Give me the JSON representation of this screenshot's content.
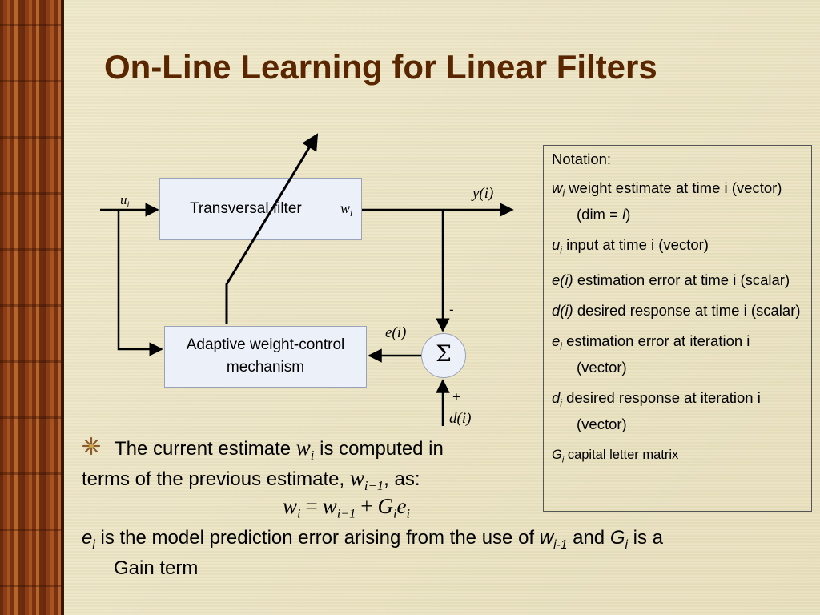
{
  "title": "On-Line Learning for Linear Filters",
  "diagram": {
    "filter_label": "Transversal filter",
    "filter_weight": "w",
    "filter_weight_sub": "i",
    "adaptive_label": "Adaptive weight-control mechanism",
    "input_label": "u",
    "input_sub": "i",
    "output_label": "y(i)",
    "error_label": "e(i)",
    "desired_label": "d(i)",
    "minus_sign": "-",
    "plus_sign": "+",
    "sum_symbol": "Σ"
  },
  "notation": {
    "heading": "Notation:",
    "items": [
      {
        "sym": "w",
        "sub": "i",
        "text": " weight estimate at time i (vector) (dim = ",
        "extra": "l",
        "tail": ")"
      },
      {
        "sym": "u",
        "sub": "i",
        "text": " input at time i (vector)"
      },
      {
        "sym": "e(i)",
        "text": " estimation error at time i (scalar)"
      },
      {
        "sym": "d(i)",
        "text": " desired response at time i (scalar)"
      },
      {
        "sym": "e",
        "sub": "i",
        "text": " estimation error at iteration i (vector)"
      },
      {
        "sym": "d",
        "sub": "i",
        "text": " desired response at iteration i (vector)"
      },
      {
        "sym": "G",
        "sub": "i",
        "text": " capital letter matrix"
      }
    ]
  },
  "bullet": {
    "icon": "sparkle-bullet-icon",
    "line1_before": "The current estimate",
    "line1_var": "w",
    "line1_var_sub": "i",
    "line1_after": "is computed in",
    "line2_before": "terms of the previous estimate,",
    "line2_var": "w",
    "line2_var_sub": "i−1",
    "line2_after": ", as:"
  },
  "equation": {
    "lhs": "w",
    "lhs_sub": "i",
    "eq": "=",
    "t1": "w",
    "t1_sub": "i−1",
    "plus": "+",
    "t2a": "G",
    "t2a_sub": "i",
    "t2b": "e",
    "t2b_sub": "i"
  },
  "footer": {
    "sym": "e",
    "sub": "i",
    "text1": " is the model prediction error arising from the use of ",
    "var1": "w",
    "var1_sub": "i-1",
    "text2": " and ",
    "var2": "G",
    "var2_sub": "i",
    "text3": " is a",
    "line2": "Gain term"
  },
  "colors": {
    "title": "#5a2600",
    "background": "#ede6c6",
    "box_fill": "#ecf0f8"
  }
}
